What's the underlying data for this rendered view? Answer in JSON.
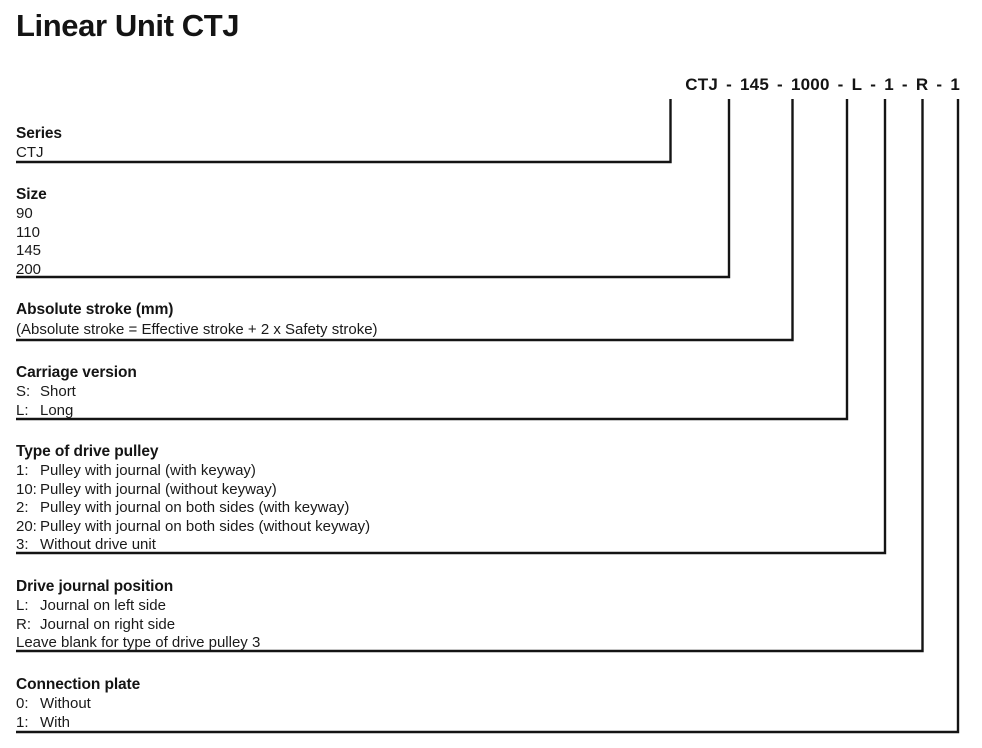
{
  "title": "Linear Unit CTJ",
  "order_code": {
    "separator": "-",
    "segments": [
      "CTJ",
      "145",
      "1000",
      "L",
      "1",
      "R",
      "1"
    ]
  },
  "colors": {
    "text": "#1a1a1a",
    "heading": "#141414",
    "rule": "#141414",
    "background": "#ffffff"
  },
  "sections": [
    {
      "key": "series",
      "heading": "Series",
      "options": [
        {
          "value": "CTJ"
        }
      ]
    },
    {
      "key": "size",
      "heading": "Size",
      "options": [
        {
          "value": "90"
        },
        {
          "value": "110"
        },
        {
          "value": "145"
        },
        {
          "value": "200"
        }
      ]
    },
    {
      "key": "absolute-stroke",
      "heading": "Absolute stroke (mm)",
      "subtitle": "(Absolute stroke = Effective stroke + 2 x Safety stroke)",
      "options": []
    },
    {
      "key": "carriage-version",
      "heading": "Carriage version",
      "options": [
        {
          "code": "S:",
          "value": "Short"
        },
        {
          "code": "L:",
          "value": "Long"
        }
      ]
    },
    {
      "key": "type-of-drive-pulley",
      "heading": "Type of drive pulley",
      "options": [
        {
          "code": "1:",
          "value": "Pulley with journal (with keyway)"
        },
        {
          "code": "10:",
          "value": "Pulley with journal (without keyway)"
        },
        {
          "code": "2:",
          "value": "Pulley with journal on both sides (with keyway)"
        },
        {
          "code": "20:",
          "value": "Pulley with journal on both sides (without keyway)"
        },
        {
          "code": "3:",
          "value": "Without drive unit"
        }
      ]
    },
    {
      "key": "drive-journal-position",
      "heading": "Drive journal position",
      "options": [
        {
          "code": "L:",
          "value": "Journal on left side"
        },
        {
          "code": "R:",
          "value": "Journal on right side"
        },
        {
          "value": "Leave blank for type of drive pulley 3"
        }
      ]
    },
    {
      "key": "connection-plate",
      "heading": "Connection plate",
      "options": [
        {
          "code": "0:",
          "value": "Without"
        },
        {
          "code": "1:",
          "value": "With"
        }
      ]
    }
  ]
}
